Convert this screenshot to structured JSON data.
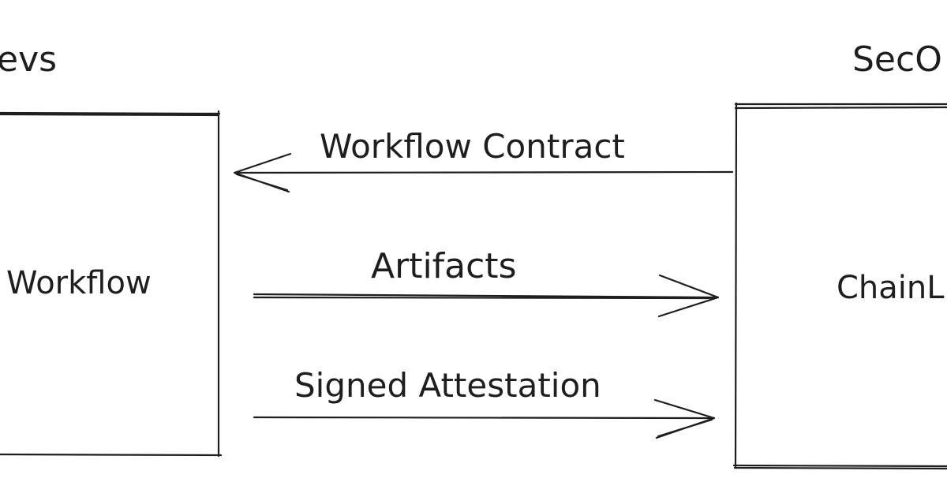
{
  "colors": {
    "stroke": "#1e1e1e",
    "background": "#ffffff"
  },
  "left_actor": {
    "label": "evs",
    "box_label": "Workflow"
  },
  "right_actor": {
    "label": "SecO",
    "box_label": "ChainL"
  },
  "arrows": [
    {
      "label": "Workflow Contract",
      "direction": "right-to-left"
    },
    {
      "label": "Artifacts",
      "direction": "left-to-right"
    },
    {
      "label": "Signed Attestation",
      "direction": "left-to-right"
    }
  ]
}
